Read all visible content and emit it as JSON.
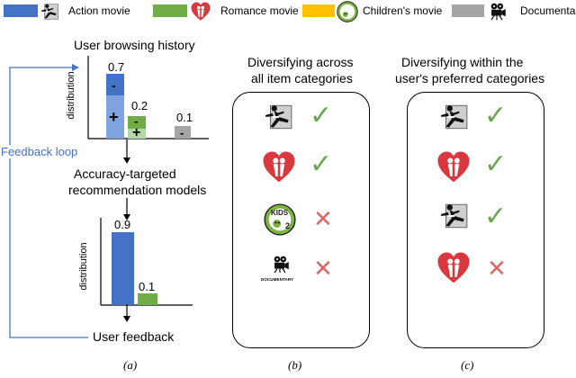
{
  "legend": [
    {
      "label": "Action movie",
      "color": "#4472c4",
      "icon": "karate-kick-icon"
    },
    {
      "label": "Romance movie",
      "color": "#70ad47",
      "icon": "heart-couple-icon"
    },
    {
      "label": "Children's movie",
      "color": "#ffc000",
      "icon": "kids-badge-icon"
    },
    {
      "label": "Documentary",
      "color": "#a5a5a5",
      "icon": "film-camera-icon"
    }
  ],
  "panel_a": {
    "history_title": "User browsing history",
    "history_ylabel": "distribution",
    "history_bars": [
      {
        "value": "0.7",
        "sign_top": "-",
        "sign_bottom": "+"
      },
      {
        "value": "0.2",
        "sign_top": "-",
        "sign_bottom": "+"
      },
      {
        "value": "0.1",
        "sign_top": "-"
      }
    ],
    "model_label_line1": "Accuracy-targeted",
    "model_label_line2": "recommendation models",
    "feedback_ylabel": "distribution",
    "feedback_bars": [
      {
        "value": "0.9"
      },
      {
        "value": "0.1"
      }
    ],
    "feedback_label": "User feedback",
    "loop_label": "Feedback loop",
    "caption": "(a)"
  },
  "panel_b": {
    "title_line1": "Diversifying across",
    "title_line2": "all item categories",
    "rows": [
      {
        "icon": "karate-kick-icon",
        "status": "check"
      },
      {
        "icon": "heart-couple-icon",
        "status": "check"
      },
      {
        "icon": "kids-badge-icon",
        "status": "cross"
      },
      {
        "icon": "film-camera-icon",
        "status": "cross"
      }
    ],
    "kids_text": "KIDS",
    "kids_num": "2",
    "doc_text": "DOCUMENTARY",
    "caption": "(b)"
  },
  "panel_c": {
    "title_line1": "Diversifying within the",
    "title_line2": "user's preferred categories",
    "rows": [
      {
        "icon": "karate-kick-icon",
        "status": "check"
      },
      {
        "icon": "heart-couple-icon",
        "status": "check"
      },
      {
        "icon": "karate-kick-icon",
        "status": "check"
      },
      {
        "icon": "heart-couple-icon",
        "status": "cross"
      }
    ],
    "caption": "(c)"
  },
  "marks": {
    "check": "✓",
    "cross": "✕"
  },
  "colors": {
    "check": "#6aa84f",
    "cross": "#e06666",
    "loop": "#4472c4"
  }
}
